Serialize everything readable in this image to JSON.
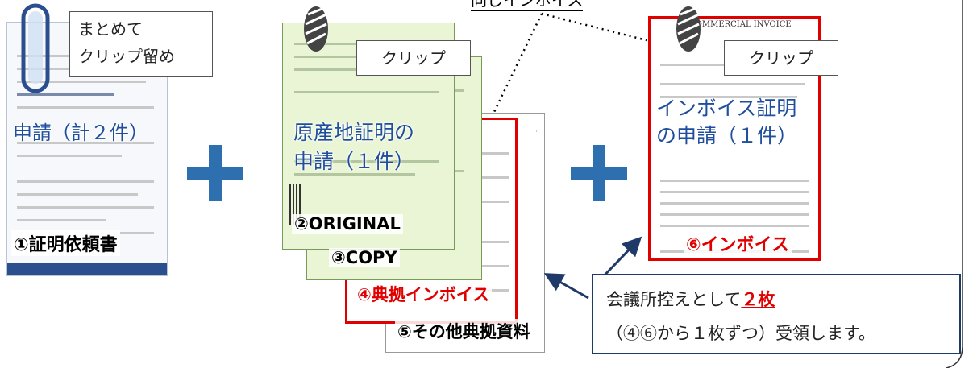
{
  "top_label": "同じインボイス",
  "group1": {
    "callout": [
      "まとめて",
      "クリップ留め"
    ],
    "text_lines": [
      "申請（計２件）"
    ],
    "doc_label": "①証明依頼書"
  },
  "group2": {
    "callout": "クリップ",
    "text_lines": [
      "原産地証明の",
      "申請（１件）"
    ],
    "labels": {
      "original": "②ORIGINAL",
      "copy": "③COPY",
      "invoice": "④典拠インボイス",
      "other": "⑤その他典拠資料"
    }
  },
  "group3": {
    "callout": "クリップ",
    "doc_title": "COMMERCIAL INVOICE",
    "text_lines": [
      "インボイス証明",
      "の申請（１件）"
    ],
    "doc_label": "⑥インボイス"
  },
  "note": {
    "line1_prefix": "会議所控えとして",
    "line1_emph": "２枚",
    "line2": "（④⑥から１枚ずつ）受領します。"
  },
  "colors": {
    "plus": "#2e6fb0",
    "blue_text": "#1f4e9c",
    "red": "#e00000",
    "navy": "#1f3a68",
    "cert_green": "#eaf5d6"
  }
}
